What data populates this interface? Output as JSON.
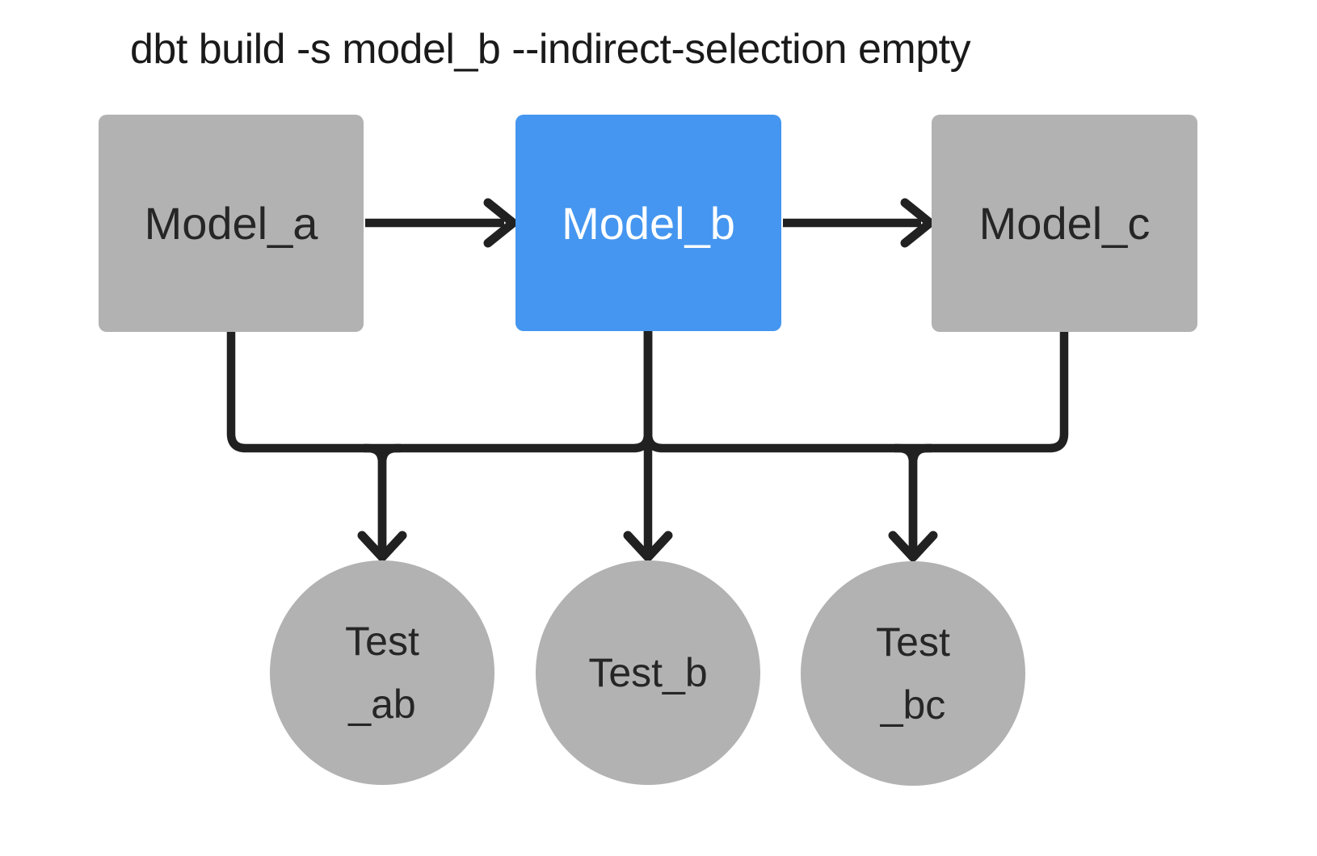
{
  "title": "dbt build -s model_b --indirect-selection empty",
  "colors": {
    "selected_node": "#4596f0",
    "unselected_node": "#b2b2b2",
    "edge": "#212121",
    "node_text": "#262626",
    "selected_node_text": "#ffffff",
    "background": "#ffffff"
  },
  "diagram": {
    "models": [
      {
        "id": "model_a",
        "label": "Model_a",
        "selected": false
      },
      {
        "id": "model_b",
        "label": "Model_b",
        "selected": true
      },
      {
        "id": "model_c",
        "label": "Model_c",
        "selected": false
      }
    ],
    "tests": [
      {
        "id": "test_ab",
        "line1": "Test",
        "line2": "_ab"
      },
      {
        "id": "test_b",
        "line1": "Test_b"
      },
      {
        "id": "test_bc",
        "line1": "Test",
        "line2": "_bc"
      }
    ],
    "edges": [
      {
        "from": "model_a",
        "to": "model_b"
      },
      {
        "from": "model_b",
        "to": "model_c"
      },
      {
        "from": "model_a",
        "to": "test_ab"
      },
      {
        "from": "model_b",
        "to": "test_ab"
      },
      {
        "from": "model_b",
        "to": "test_b"
      },
      {
        "from": "model_b",
        "to": "test_bc"
      },
      {
        "from": "model_c",
        "to": "test_bc"
      }
    ]
  }
}
